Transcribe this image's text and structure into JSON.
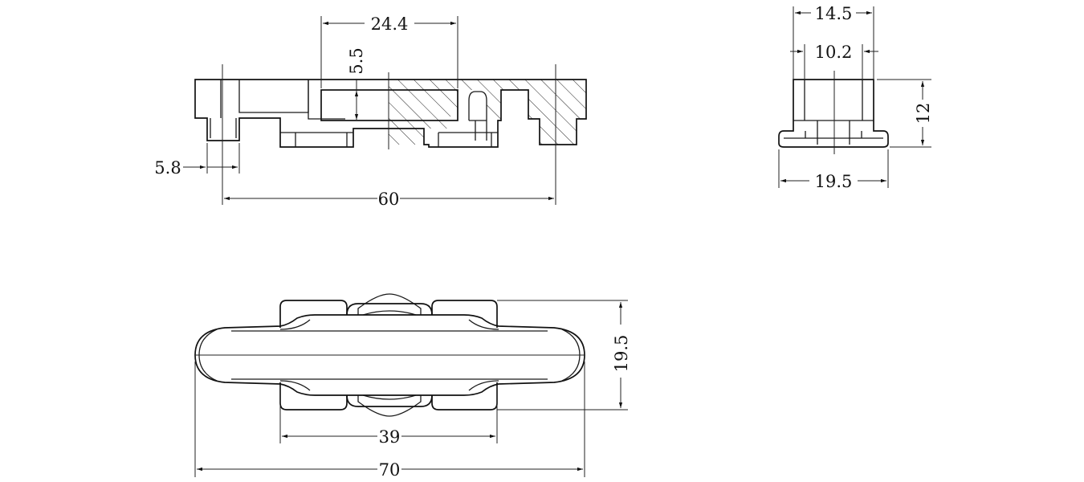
{
  "drawing": {
    "front_view": {
      "dim_top_width": "24.4",
      "dim_slot_height": "5.5",
      "dim_pin_width": "5.8",
      "dim_overall_length": "60"
    },
    "side_view": {
      "dim_top_outer_width": "14.5",
      "dim_top_inner_width": "10.2",
      "dim_height": "12",
      "dim_base_width": "19.5"
    },
    "plan_view": {
      "dim_width": "19.5",
      "dim_mid_length": "39",
      "dim_overall_length": "70"
    },
    "colors": {
      "line": "#1a1a1a",
      "background": "#ffffff"
    }
  }
}
